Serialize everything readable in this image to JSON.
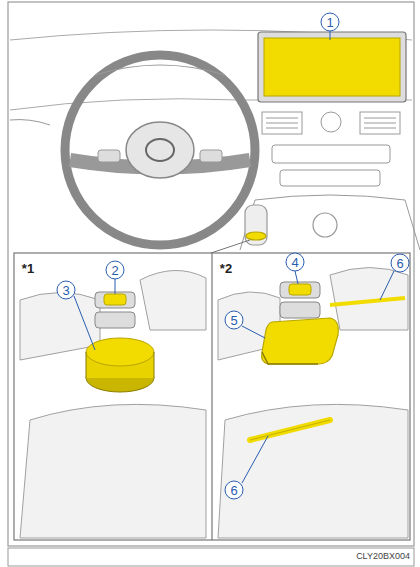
{
  "diagram": {
    "labels": [
      "1",
      "*1",
      "2",
      "3",
      "*2",
      "4",
      "6",
      "5",
      "6",
      "CLY20BX004"
    ]
  }
}
